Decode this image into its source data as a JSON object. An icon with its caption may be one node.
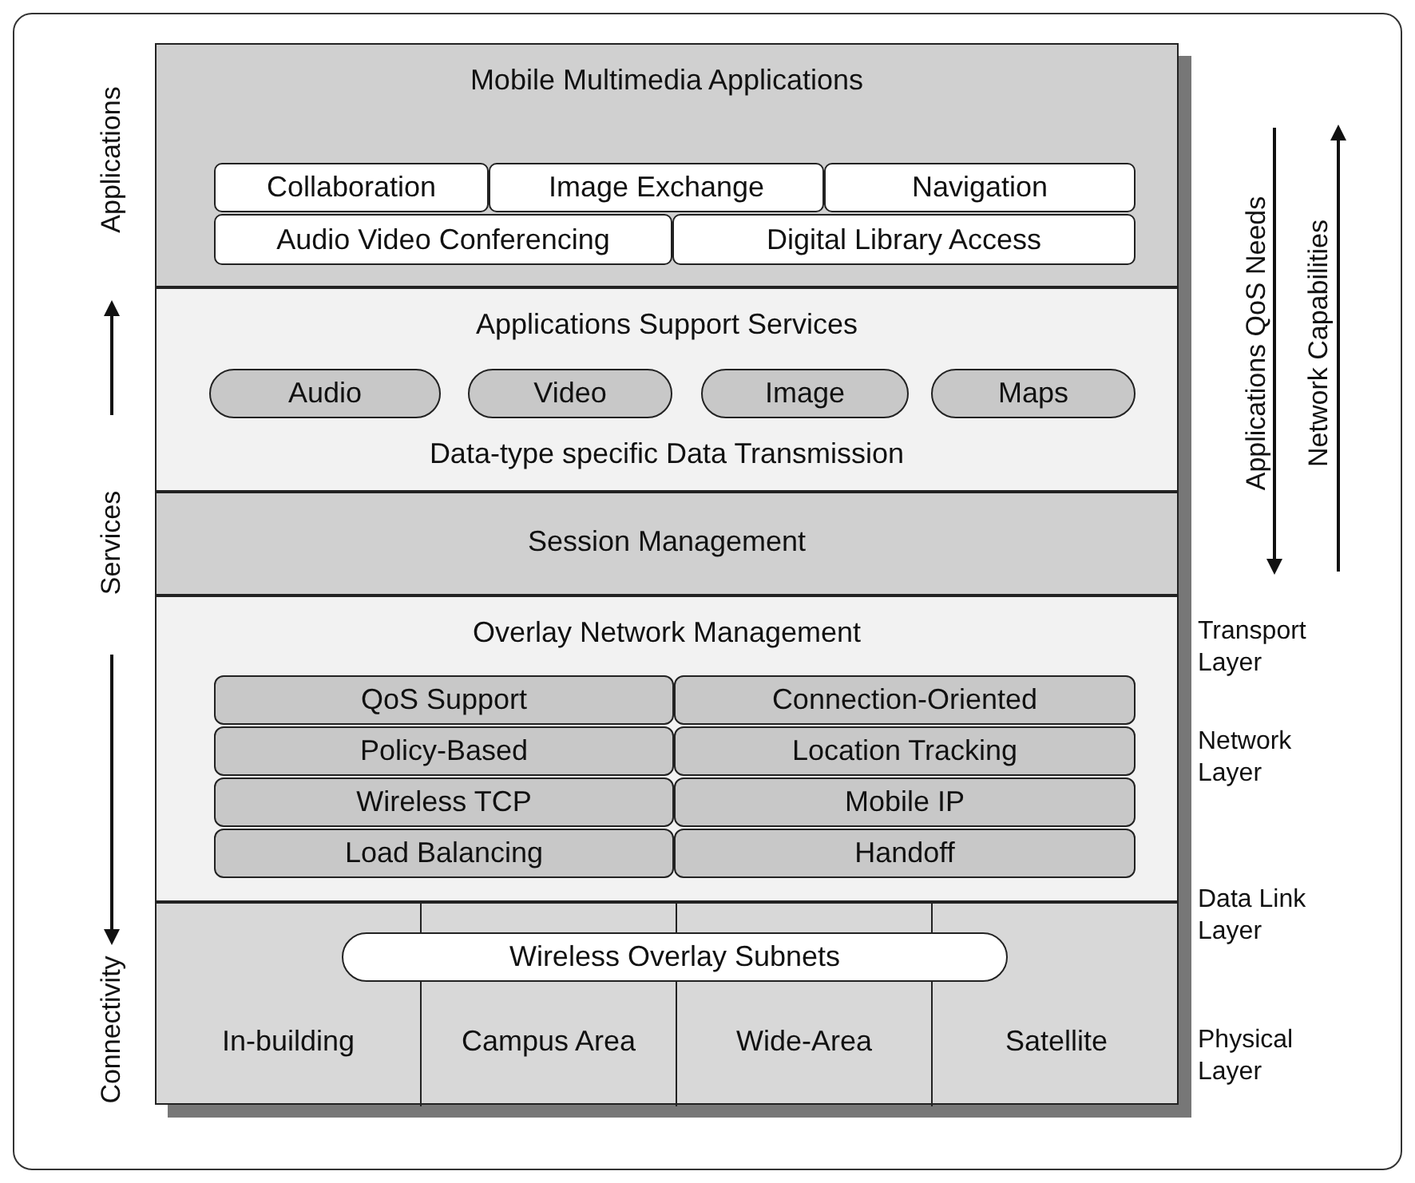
{
  "diagram": {
    "nodes": [
      {
        "text": [
          "Mobile Multimedia Applications"
        ]
      },
      {
        "text": [
          "Collaboration"
        ],
        "in": 0
      },
      {
        "text": [
          "Image Exchange"
        ],
        "in": 0
      },
      {
        "text": [
          "Navigation"
        ],
        "in": 0
      },
      {
        "text": [
          "Audio Video Conferencing"
        ],
        "in": 0
      },
      {
        "text": [
          "Digital Library Access"
        ],
        "in": 0
      },
      {
        "text": [
          "Applications Support Services",
          "Data-type specific Data Transmission"
        ]
      },
      {
        "text": [
          "Audio"
        ],
        "in": 6
      },
      {
        "text": [
          "Video"
        ],
        "in": 6
      },
      {
        "text": [
          "Image"
        ],
        "in": 6
      },
      {
        "text": [
          "Maps"
        ],
        "in": 6
      },
      {
        "text": [
          "Session Management"
        ]
      },
      {
        "text": [
          "Overlay Network Management"
        ]
      },
      {
        "text": [
          "QoS Support"
        ],
        "in": 12
      },
      {
        "text": [
          "Connection-Oriented"
        ],
        "in": 12
      },
      {
        "text": [
          "Policy-Based"
        ],
        "in": 12
      },
      {
        "text": [
          "Location Tracking"
        ],
        "in": 12
      },
      {
        "text": [
          "Wireless TCP"
        ],
        "in": 12
      },
      {
        "text": [
          "Mobile IP"
        ],
        "in": 12
      },
      {
        "text": [
          "Load Balancing"
        ],
        "in": 12
      },
      {
        "text": [
          "Handoff"
        ],
        "in": 12
      },
      {
        "text": [],
        "shape": "box"
      },
      {
        "text": [
          "Wireless Overlay Subnets"
        ],
        "in": 21
      },
      {
        "text": [
          "In-building"
        ],
        "in": 21
      },
      {
        "text": [
          "Campus Area"
        ],
        "in": 21
      },
      {
        "text": [
          "Wide-Area"
        ],
        "in": 21
      },
      {
        "text": [
          "Satellite"
        ],
        "in": 21
      }
    ],
    "labels": [
      "Applications",
      "Services",
      "Connectivity",
      "Applications QoS Needs",
      "Network Capabilities",
      "Transport Layer",
      "Network Layer",
      "Data Link Layer",
      "Physical Layer"
    ]
  }
}
